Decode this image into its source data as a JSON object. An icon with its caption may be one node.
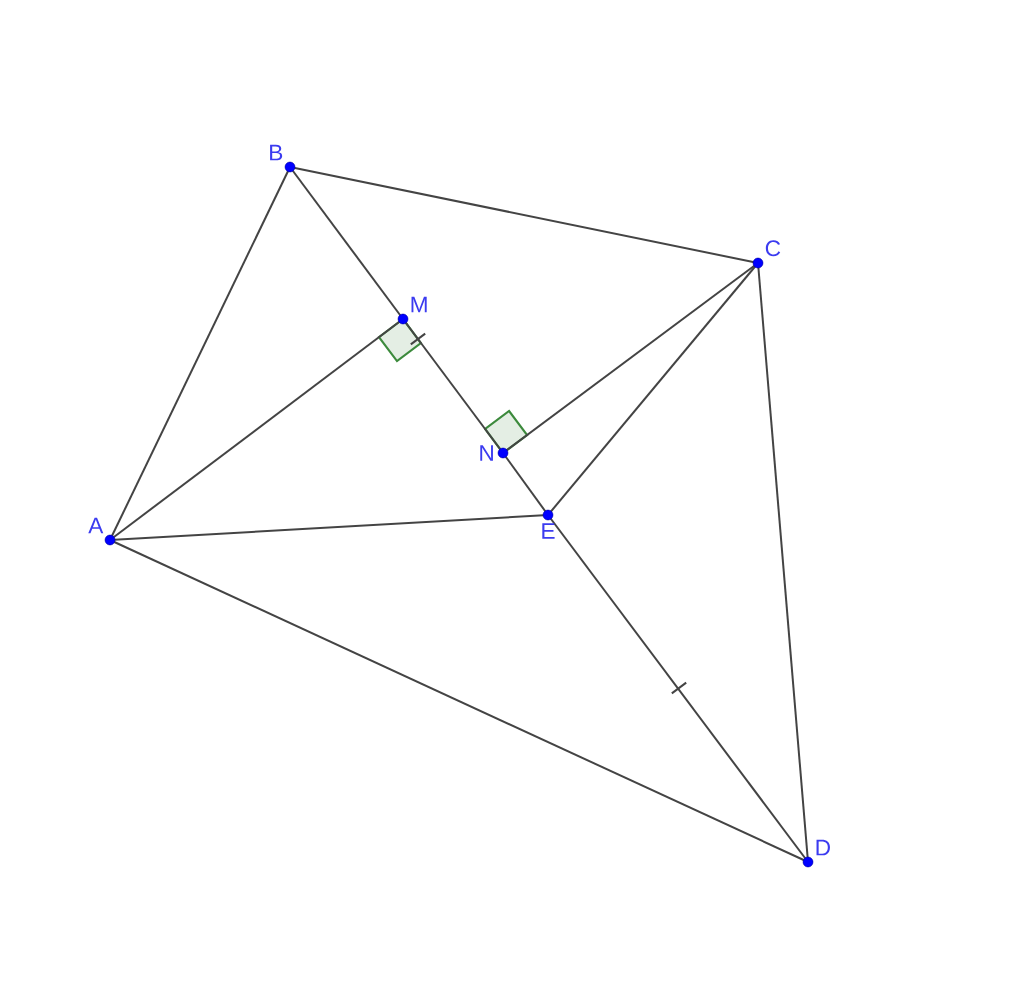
{
  "diagram": {
    "nodes": [
      {
        "text": [
          "A"
        ]
      },
      {
        "text": [
          "B"
        ]
      },
      {
        "text": [
          "C"
        ]
      },
      {
        "text": [
          "D"
        ]
      },
      {
        "text": [
          "E"
        ]
      },
      {
        "text": [
          "M"
        ]
      },
      {
        "text": [
          "N"
        ]
      }
    ],
    "edges": [
      {
        "from": 0,
        "to": 1,
        "arrow": "none"
      },
      {
        "from": 1,
        "to": 2,
        "arrow": "none"
      },
      {
        "from": 2,
        "to": 3,
        "arrow": "none"
      },
      {
        "from": 3,
        "to": 0,
        "arrow": "none"
      },
      {
        "from": 1,
        "to": 5,
        "arrow": "none"
      },
      {
        "from": 5,
        "to": 6,
        "arrow": "none"
      },
      {
        "from": 6,
        "to": 4,
        "arrow": "none"
      },
      {
        "from": 4,
        "to": 3,
        "arrow": "none"
      },
      {
        "from": 0,
        "to": 5,
        "arrow": "none"
      },
      {
        "from": 2,
        "to": 6,
        "arrow": "none"
      },
      {
        "from": 2,
        "to": 4,
        "arrow": "none"
      },
      {
        "from": 0,
        "to": 4,
        "arrow": "none"
      }
    ]
  }
}
